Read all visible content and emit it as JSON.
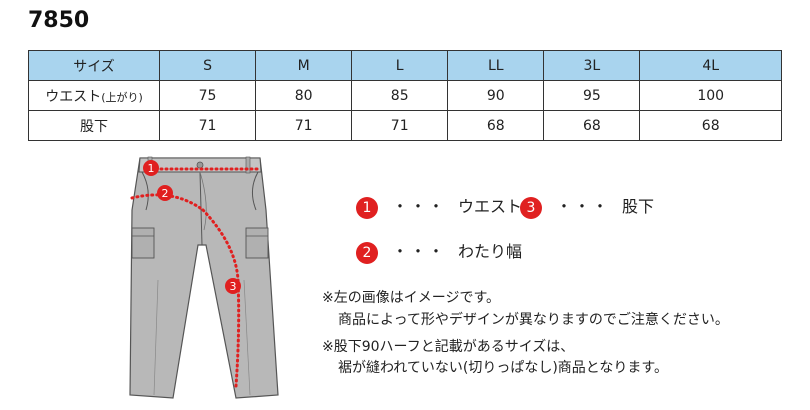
{
  "product_code": "7850",
  "table": {
    "header": [
      "サイズ",
      "S",
      "M",
      "L",
      "LL",
      "3L",
      "4L"
    ],
    "rows": [
      {
        "label": "ウエスト",
        "label_small": "(上がり)",
        "values": [
          "75",
          "80",
          "85",
          "90",
          "95",
          "100"
        ]
      },
      {
        "label": "股下",
        "label_small": "",
        "values": [
          "71",
          "71",
          "71",
          "68",
          "68",
          "68"
        ]
      }
    ]
  },
  "diagram_markers": [
    "1",
    "2",
    "3"
  ],
  "legend": [
    {
      "num": "1",
      "dots": "・・・",
      "text": "ウエスト"
    },
    {
      "num": "3",
      "dots": "・・・",
      "text": "股下"
    },
    {
      "num": "2",
      "dots": "・・・",
      "text": "わたり幅"
    }
  ],
  "notes": {
    "line1": "※左の画像はイメージです。",
    "line2": "商品によって形やデザインが異なりますのでご注意ください。",
    "line3": "※股下90ハーフと記載があるサイズは、",
    "line4": "裾が縫われていない(切りっぱなし)商品となります。"
  },
  "colors": {
    "header_bg": "#a9d4ee",
    "marker": "#e02020",
    "pants": "#b8b8b8"
  }
}
